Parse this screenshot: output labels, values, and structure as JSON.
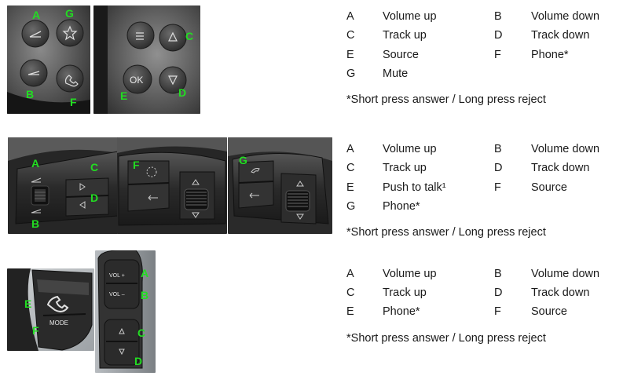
{
  "panels": [
    {
      "images": [
        {
          "labels": [
            "A",
            "G",
            "B",
            "F"
          ],
          "button_text": ""
        },
        {
          "labels": [
            "C",
            "E",
            "D"
          ],
          "button_text": "OK"
        }
      ],
      "rows": [
        [
          {
            "key": "A",
            "action": "Volume up"
          },
          {
            "key": "B",
            "action": "Volume down"
          }
        ],
        [
          {
            "key": "C",
            "action": "Track up"
          },
          {
            "key": "D",
            "action": "Track down"
          }
        ],
        [
          {
            "key": "E",
            "action": "Source"
          },
          {
            "key": "F",
            "action": "Phone*"
          }
        ],
        [
          {
            "key": "G",
            "action": "Mute"
          }
        ]
      ],
      "note": "*Short press answer / Long press reject"
    },
    {
      "images": [
        {
          "labels": [
            "A",
            "C",
            "D",
            "B"
          ],
          "button_text": ""
        },
        {
          "labels": [
            "F"
          ],
          "button_text": ""
        },
        {
          "labels": [
            "G"
          ],
          "button_text": ""
        }
      ],
      "rows": [
        [
          {
            "key": "A",
            "action": "Volume up"
          },
          {
            "key": "B",
            "action": "Volume down"
          }
        ],
        [
          {
            "key": "C",
            "action": "Track up"
          },
          {
            "key": "D",
            "action": "Track down"
          }
        ],
        [
          {
            "key": "E",
            "action": "Push to talk¹"
          },
          {
            "key": "F",
            "action": "Source"
          }
        ],
        [
          {
            "key": "G",
            "action": "Phone*"
          }
        ]
      ],
      "note": "*Short press answer / Long press reject"
    },
    {
      "images": [
        {
          "labels": [
            "E",
            "F"
          ],
          "button_text": "MODE"
        },
        {
          "labels": [
            "A",
            "B",
            "C",
            "D"
          ],
          "button_text": "VOL +|VOL –"
        }
      ],
      "rows": [
        [
          {
            "key": "A",
            "action": "Volume up"
          },
          {
            "key": "B",
            "action": "Volume down"
          }
        ],
        [
          {
            "key": "C",
            "action": "Track up"
          },
          {
            "key": "D",
            "action": "Track down"
          }
        ],
        [
          {
            "key": "E",
            "action": "Phone*"
          },
          {
            "key": "F",
            "action": "Source"
          }
        ]
      ],
      "note": "*Short press answer / Long press reject"
    }
  ],
  "colors": {
    "label_green": "#22dd22",
    "text": "#1a1a1a"
  }
}
